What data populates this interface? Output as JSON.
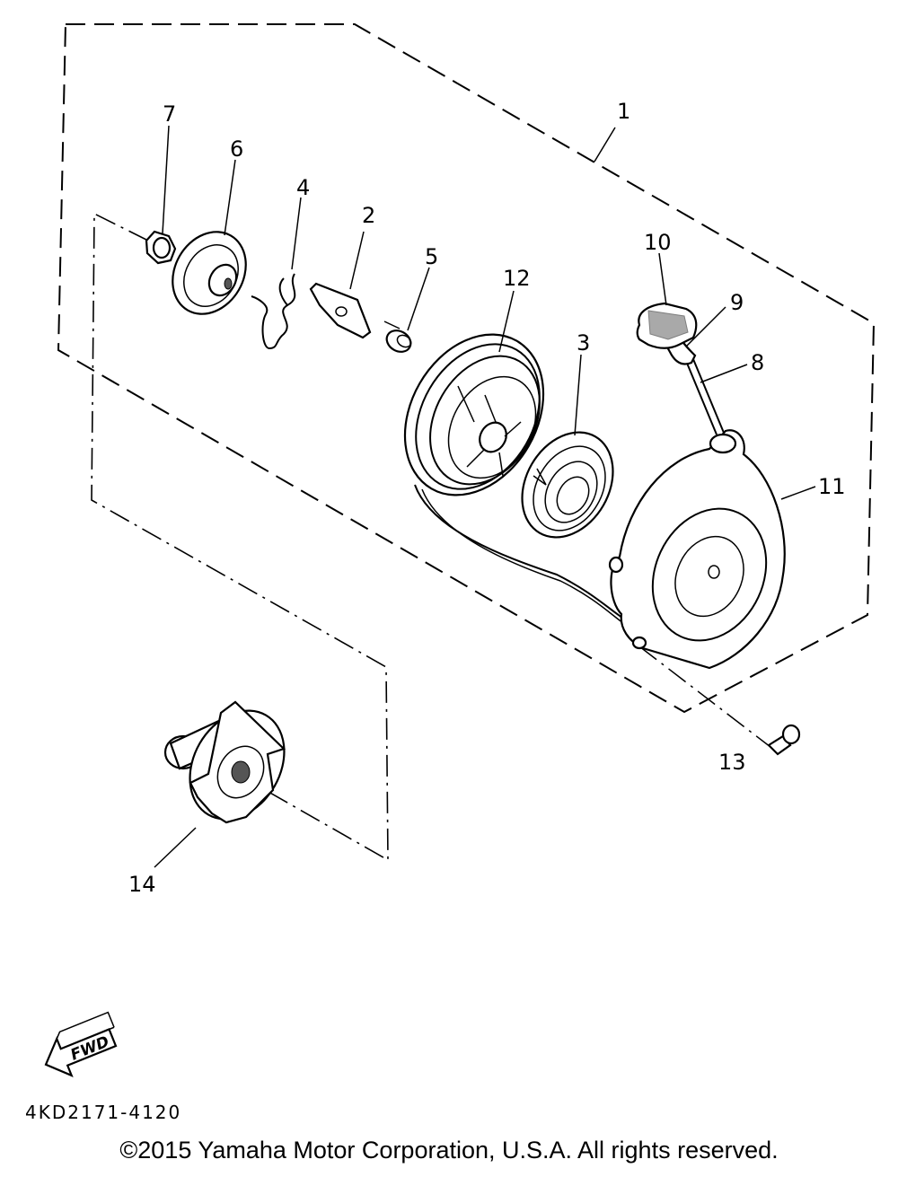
{
  "diagram": {
    "callouts": [
      {
        "id": "1",
        "label": "1"
      },
      {
        "id": "2",
        "label": "2"
      },
      {
        "id": "3",
        "label": "3"
      },
      {
        "id": "4",
        "label": "4"
      },
      {
        "id": "5",
        "label": "5"
      },
      {
        "id": "6",
        "label": "6"
      },
      {
        "id": "7",
        "label": "7"
      },
      {
        "id": "8",
        "label": "8"
      },
      {
        "id": "9",
        "label": "9"
      },
      {
        "id": "10",
        "label": "10"
      },
      {
        "id": "11",
        "label": "11"
      },
      {
        "id": "12",
        "label": "12"
      },
      {
        "id": "13",
        "label": "13"
      },
      {
        "id": "14",
        "label": "14"
      }
    ],
    "fwd_label": "FWD",
    "reference_code": "4KD2171-4120"
  },
  "footer": {
    "copyright": "©2015 Yamaha Motor Corporation, U.S.A. All rights reserved."
  }
}
